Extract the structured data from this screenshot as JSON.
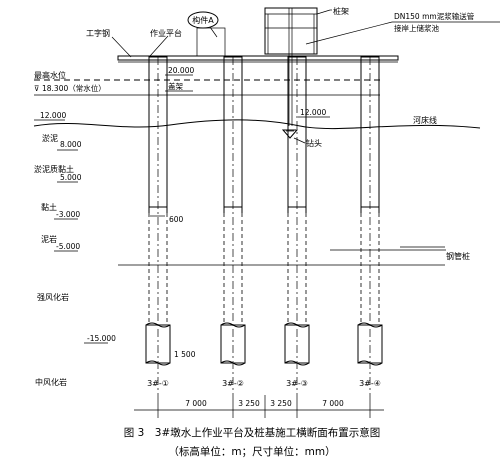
{
  "labels": {
    "i_beam": "工字钢",
    "platform": "作业平台",
    "member_a": "构件A",
    "pile_frame": "桩架",
    "pipe_note_line1": "DN150 mm泥浆输送管",
    "pipe_note_line2": "接岸上储浆池",
    "max_water_level": "最高水位",
    "normal_water_level": "18.300（常水位）",
    "bridge_label": "盖架",
    "riverbed_line": "河床线",
    "drill_bit": "钻头",
    "steel_casing": "钢管桩",
    "casing_dim": "600",
    "pile_dia": "1 500"
  },
  "elevations": {
    "platform": "20.000",
    "bed_right": "12.000",
    "bed_left": "12.000",
    "silt_bottom": "8.000",
    "silty_clay_bottom": "5.000",
    "clay_bottom": "-3.000",
    "mudstone_bottom": "-5.000",
    "strong_weathered_bottom": "-15.000"
  },
  "strata": {
    "silt": "淤泥",
    "silty_clay": "淤泥质黏土",
    "clay": "黏土",
    "mudstone": "泥岩",
    "strong_weathered": "强风化岩",
    "moderate_weathered": "中风化岩"
  },
  "piles": [
    "3#-①",
    "3#-②",
    "3#-③",
    "3#-④"
  ],
  "spacings": [
    "7 000",
    "3 250",
    "3 250",
    "7 000"
  ],
  "caption": {
    "line1": "图 3　3#墩水上作业平台及桩基施工横断面布置示意图",
    "line2": "（标高单位：m；尺寸单位：mm）"
  }
}
